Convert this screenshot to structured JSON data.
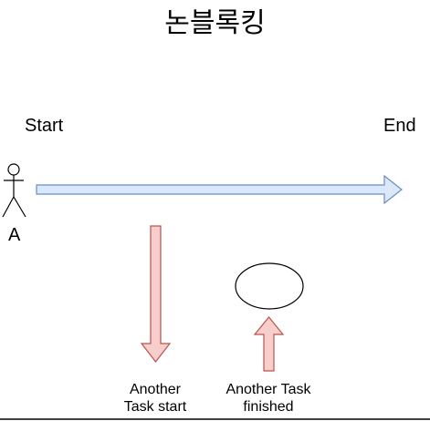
{
  "diagram": {
    "title": "논블록킹",
    "start_label": "Start",
    "end_label": "End",
    "actor_label": "A",
    "task_start_label": [
      "Another",
      "Task start"
    ],
    "task_finished_label": [
      "Another Task",
      "finished"
    ]
  },
  "colors": {
    "timeline_fill": "#dae8fc",
    "timeline_stroke": "#6c8ebf",
    "arrow_fill": "#f8cecc",
    "arrow_stroke": "#b85450",
    "line": "#000000"
  }
}
